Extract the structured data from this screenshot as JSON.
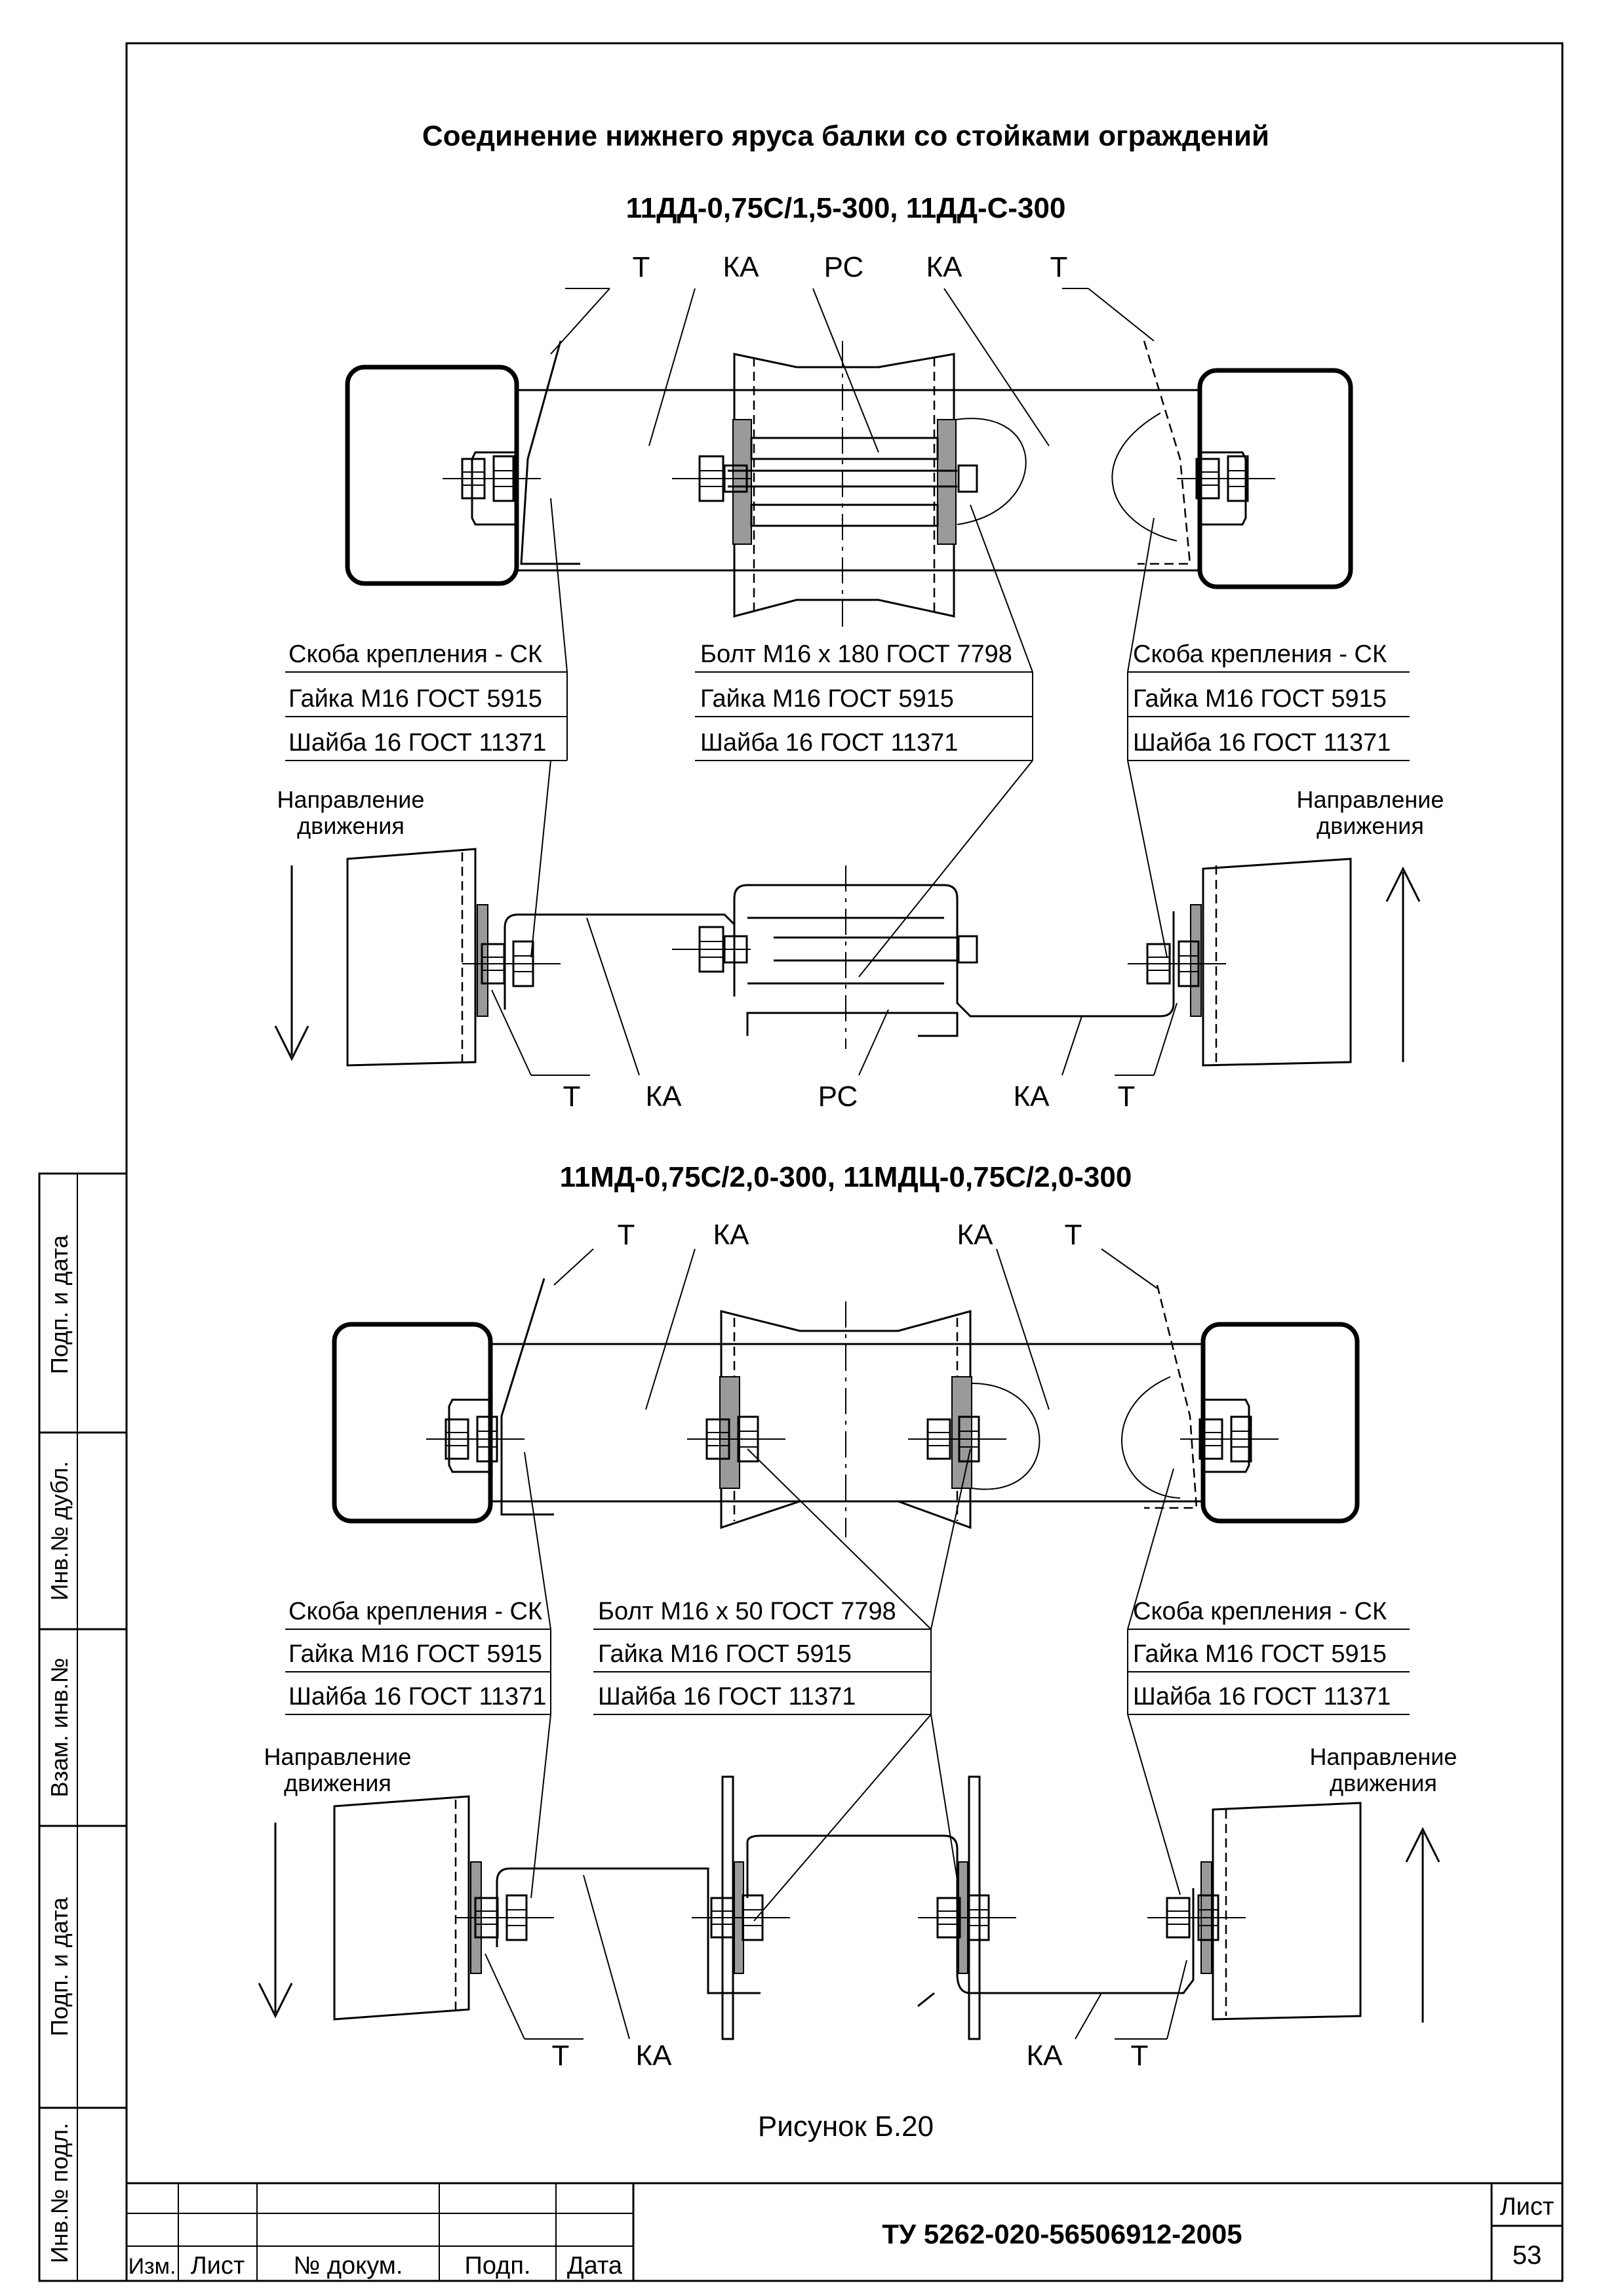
{
  "title": "Соединение нижнего яруса балки  со стойками ограждений",
  "section1": {
    "subtitle": "11ДД-0,75С/1,5-300,  11ДД-С-300",
    "top_labels": [
      "Т",
      "КА",
      "РС",
      "КА",
      "Т"
    ],
    "bottom_labels": [
      "Т",
      "КА",
      "РС",
      "КА",
      "Т"
    ],
    "left_spec": [
      "Скоба крепления - СК",
      "Гайка М16 ГОСТ 5915",
      "Шайба 16 ГОСТ 11371"
    ],
    "center_spec": [
      "Болт М16 х 180 ГОСТ 7798",
      "Гайка М16 ГОСТ 5915",
      "Шайба 16 ГОСТ 11371"
    ],
    "right_spec": [
      "Скоба крепления - СК",
      "Гайка М16 ГОСТ 5915",
      "Шайба 16 ГОСТ 11371"
    ],
    "direction_left": [
      "Направление",
      "движения"
    ],
    "direction_right": [
      "Направление",
      "движения"
    ]
  },
  "section2": {
    "subtitle": "11МД-0,75С/2,0-300,  11МДЦ-0,75С/2,0-300",
    "top_labels": [
      "Т",
      "КА",
      "КА",
      "Т"
    ],
    "bottom_labels": [
      "Т",
      "КА",
      "КА",
      "Т"
    ],
    "left_spec": [
      "Скоба крепления - СК",
      "Гайка М16 ГОСТ 5915",
      "Шайба 16 ГОСТ 11371"
    ],
    "center_spec": [
      "Болт М16 х 50 ГОСТ 7798",
      "Гайка М16 ГОСТ 5915",
      "Шайба 16 ГОСТ 11371"
    ],
    "right_spec": [
      "Скоба крепления - СК",
      "Гайка М16 ГОСТ 5915",
      "Шайба 16 ГОСТ 11371"
    ],
    "direction_left": [
      "Направление",
      "движения"
    ],
    "direction_right": [
      "Направление",
      "движения"
    ]
  },
  "caption": "Рисунок Б.20",
  "side_stamp": [
    "Инв.№ подл.",
    "Подп. и дата",
    "Взам. инв.№",
    "Инв.№ дубл.",
    "Подп. и дата"
  ],
  "title_block": {
    "columns": [
      "Изм.",
      "Лист",
      "№ докум.",
      "Подп.",
      "Дата"
    ],
    "document_code": "ТУ 5262-020-56506912-2005",
    "sheet_label": "Лист",
    "sheet_number": "53"
  }
}
